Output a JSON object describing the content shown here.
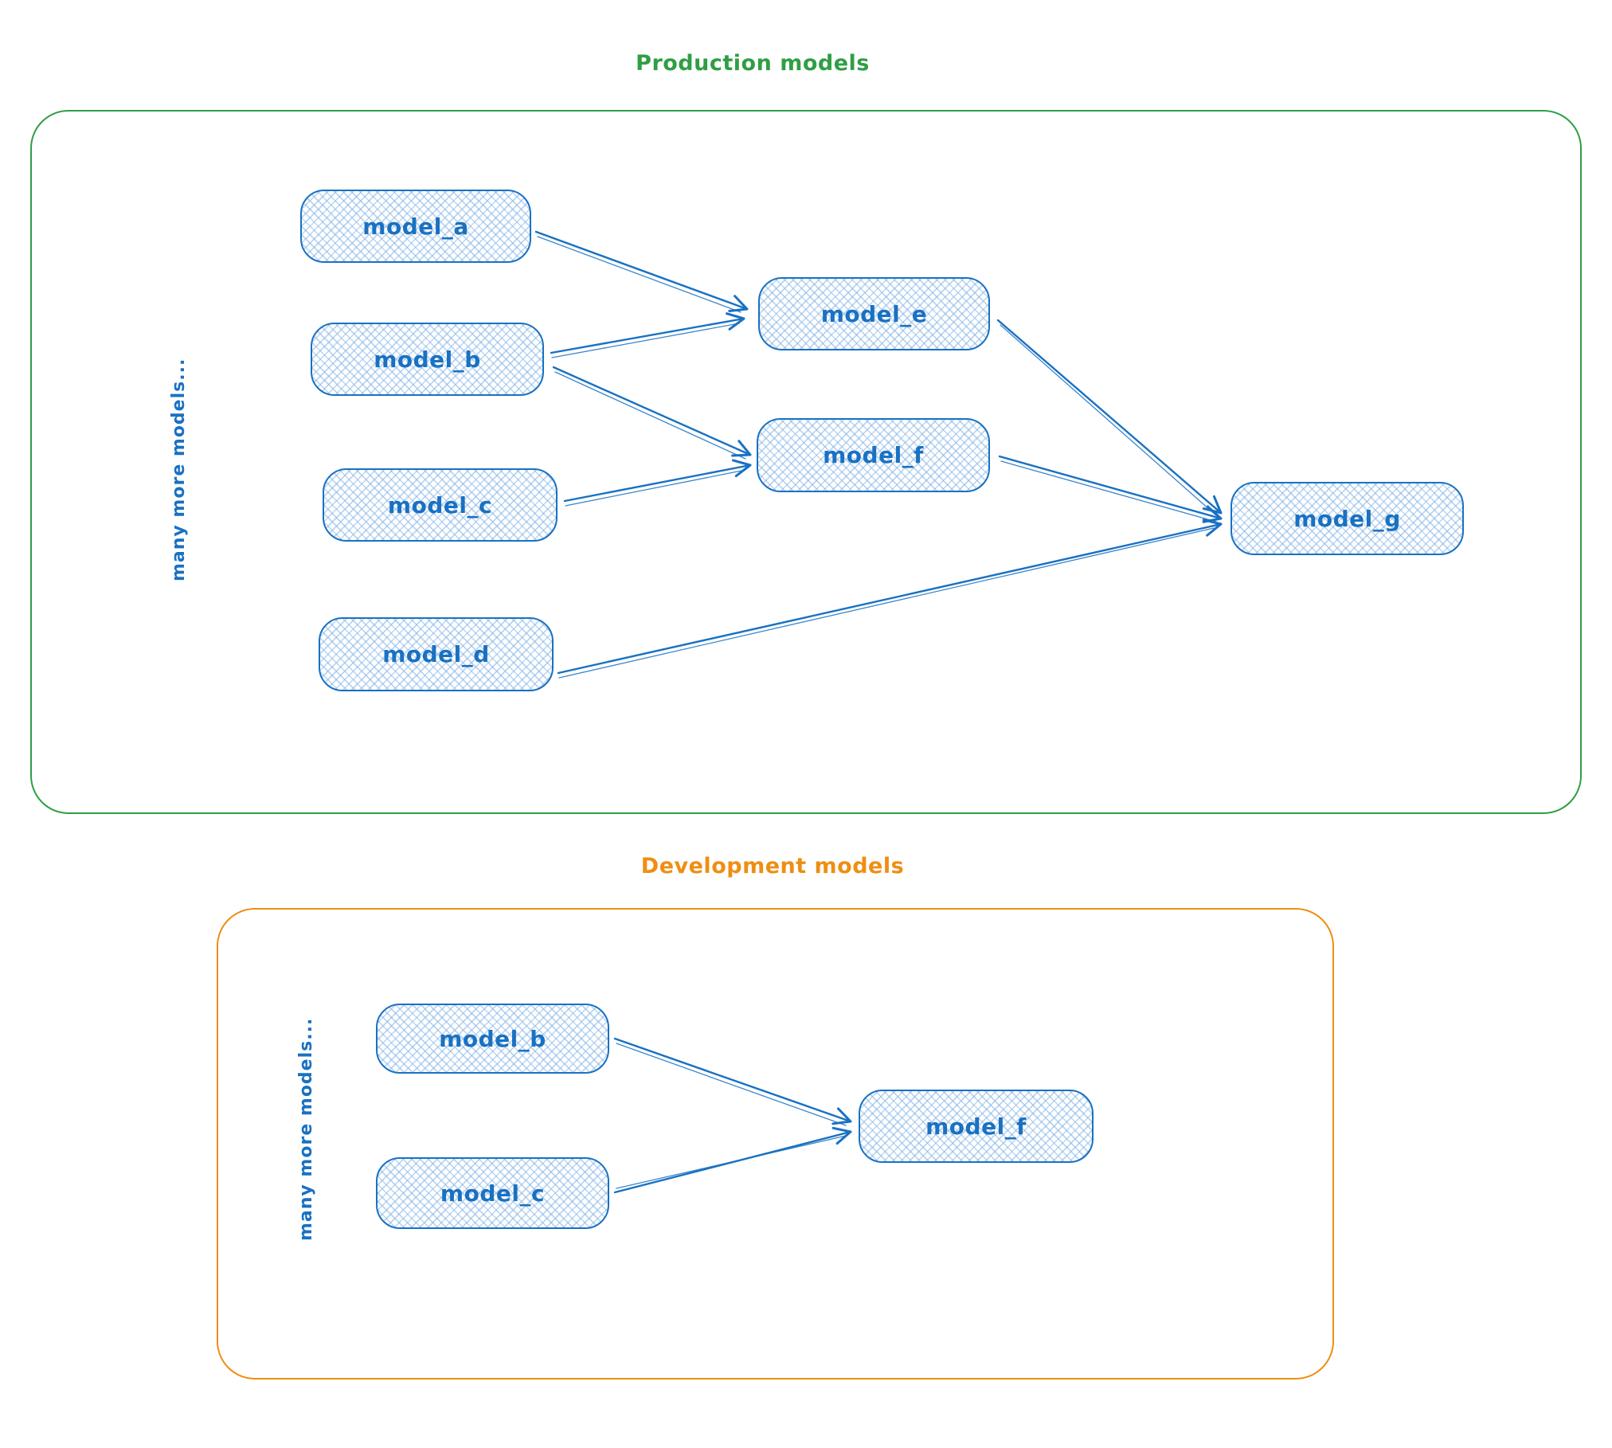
{
  "colors": {
    "node_stroke": "#1971c2",
    "node_fill_hatch": "#a8cdef",
    "production_border": "#2f9e44",
    "development_border": "#ef8e13"
  },
  "sections": {
    "production": {
      "title": "Production models",
      "side_note": "many more models...",
      "nodes": {
        "a": {
          "label": "model_a"
        },
        "b": {
          "label": "model_b"
        },
        "c": {
          "label": "model_c"
        },
        "d": {
          "label": "model_d"
        },
        "e": {
          "label": "model_e"
        },
        "f": {
          "label": "model_f"
        },
        "g": {
          "label": "model_g"
        }
      },
      "edges": [
        {
          "from": "model_a",
          "to": "model_e"
        },
        {
          "from": "model_b",
          "to": "model_e"
        },
        {
          "from": "model_b",
          "to": "model_f"
        },
        {
          "from": "model_c",
          "to": "model_f"
        },
        {
          "from": "model_e",
          "to": "model_g"
        },
        {
          "from": "model_f",
          "to": "model_g"
        },
        {
          "from": "model_d",
          "to": "model_g"
        }
      ]
    },
    "development": {
      "title": "Development models",
      "side_note": "many more models...",
      "nodes": {
        "b": {
          "label": "model_b"
        },
        "c": {
          "label": "model_c"
        },
        "f": {
          "label": "model_f"
        }
      },
      "edges": [
        {
          "from": "model_b",
          "to": "model_f"
        },
        {
          "from": "model_c",
          "to": "model_f"
        }
      ]
    }
  }
}
